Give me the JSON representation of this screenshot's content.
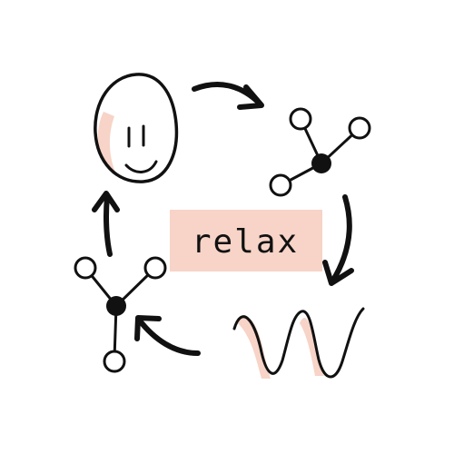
{
  "label": {
    "text": "relax"
  },
  "colors": {
    "ink": "#111111",
    "accent": "#f7d4c7",
    "background": "#ffffff"
  },
  "nodes": [
    {
      "name": "smiley-face",
      "icon": "face-icon"
    },
    {
      "name": "molecule-top-right",
      "icon": "molecule-icon"
    },
    {
      "name": "sine-wave",
      "icon": "wave-icon"
    },
    {
      "name": "molecule-bottom-left",
      "icon": "molecule-icon"
    }
  ],
  "arrows": [
    {
      "name": "arrow-face-to-molecule",
      "direction": "clockwise"
    },
    {
      "name": "arrow-molecule-to-wave",
      "direction": "clockwise"
    },
    {
      "name": "arrow-wave-to-molecule",
      "direction": "clockwise"
    },
    {
      "name": "arrow-molecule-to-face",
      "direction": "clockwise"
    }
  ]
}
